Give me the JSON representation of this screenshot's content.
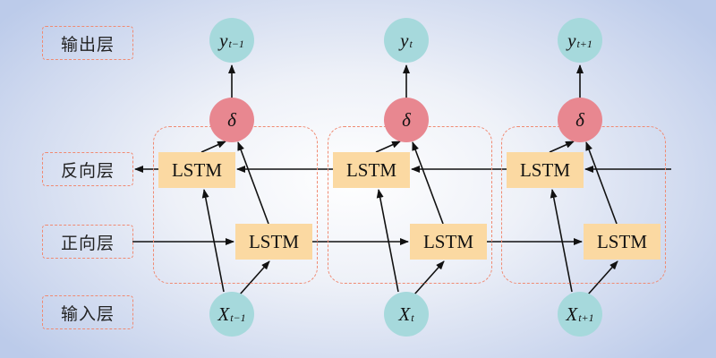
{
  "layers": {
    "output": "输出层",
    "backward": "反向层",
    "forward": "正向层",
    "input": "输入层"
  },
  "cell_label": "LSTM",
  "timesteps": [
    {
      "output_var": "y",
      "output_sub": "t−1",
      "activation": "δ",
      "input_var": "X",
      "input_sub": "t−1"
    },
    {
      "output_var": "y",
      "output_sub": "t",
      "activation": "δ",
      "input_var": "X",
      "input_sub": "t"
    },
    {
      "output_var": "y",
      "output_sub": "t+1",
      "activation": "δ",
      "input_var": "X",
      "input_sub": "t+1"
    }
  ],
  "colors": {
    "lstm_box": "#fbd9a2",
    "io_node": "#a6d9dc",
    "activation_node": "#e88790",
    "dashed_border": "#f08a72",
    "arrow": "#111111"
  }
}
